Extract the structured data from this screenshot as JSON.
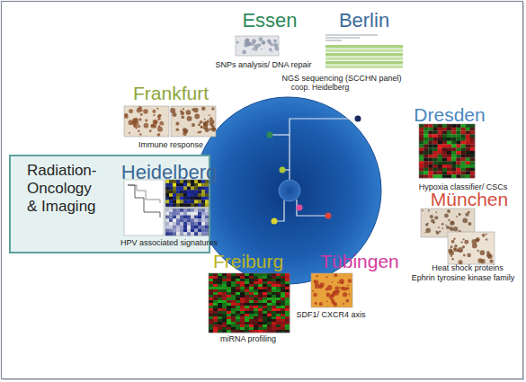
{
  "diagram": {
    "nodes": [
      {
        "text": [
          "Radiation-Oncology & Imaging",
          "Heidelberg",
          "HPV associated signatures"
        ]
      }
    ],
    "labels": [
      "Essen",
      "SNPs analysis/ DNA repair",
      "Berlin",
      "NGS sequencing (SCCHN panel)",
      "coop. Heidelberg",
      "Frankfurt",
      "Immune response",
      "Dresden",
      "Hypoxia classifier/ CSCs",
      "München",
      "Heat shock proteins",
      "Ephrin tyrosine kinase family",
      "Tübingen",
      "SDF1/ CXCR4 axis",
      "Freiburg",
      "miRNA profiling"
    ]
  }
}
